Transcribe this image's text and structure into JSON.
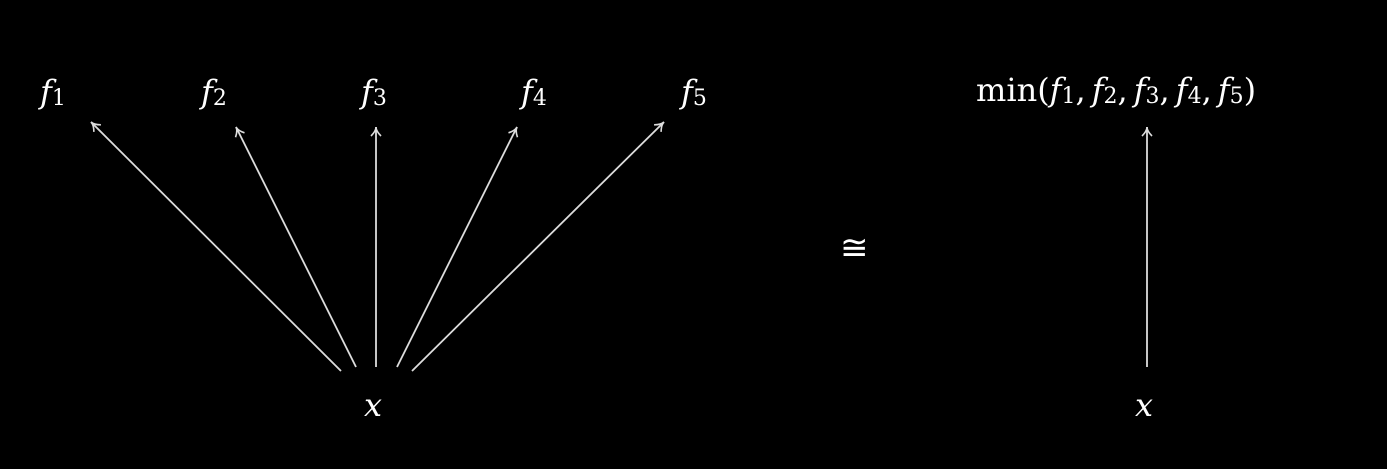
{
  "diagram": {
    "left": {
      "source": {
        "var": "x"
      },
      "targets": [
        {
          "var": "f",
          "sub": "1"
        },
        {
          "var": "f",
          "sub": "2"
        },
        {
          "var": "f",
          "sub": "3"
        },
        {
          "var": "f",
          "sub": "4"
        },
        {
          "var": "f",
          "sub": "5"
        }
      ]
    },
    "relation": "≅",
    "right": {
      "source": {
        "var": "x"
      },
      "target": {
        "func": "min",
        "open": "(",
        "close": ")",
        "args": [
          {
            "var": "f",
            "sub": "1",
            "sep": ","
          },
          {
            "var": "f",
            "sub": "2",
            "sep": ","
          },
          {
            "var": "f",
            "sub": "3",
            "sep": ","
          },
          {
            "var": "f",
            "sub": "4",
            "sep": ","
          },
          {
            "var": "f",
            "sub": "5",
            "sep": ""
          }
        ]
      }
    },
    "colors": {
      "background": "#000000",
      "foreground": "#ffffff",
      "arrow": "#dddddd"
    }
  }
}
